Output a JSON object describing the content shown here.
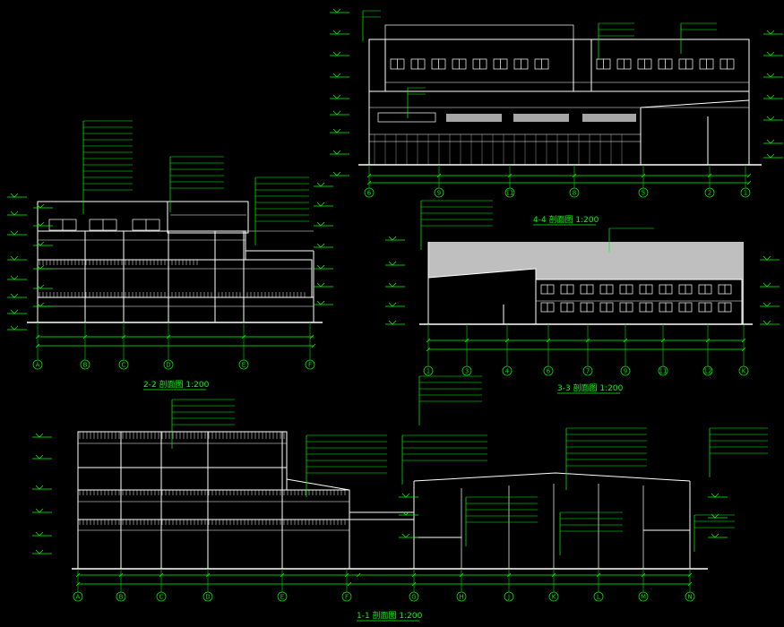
{
  "colors": {
    "background": "#000000",
    "lines": "#ffffff",
    "dims": "#00ff00",
    "axis": "#00e000",
    "fill_grey": "#bfbfbf",
    "labels": "#ffffff"
  },
  "section_titles": {
    "s22": "2-2 剖面图 1:200",
    "s33": "3-3 剖面图 1:200",
    "s44": "4-4 剖面图 1:200",
    "s11": "1-1 剖面图 1:200"
  },
  "axes": {
    "s22": [
      "A",
      "B",
      "C",
      "D",
      "E",
      "F"
    ],
    "s33": [
      "1",
      "3",
      "4",
      "6",
      "7",
      "9",
      "11",
      "12",
      "K"
    ],
    "s44": [
      "6",
      "9",
      "11",
      "8",
      "5",
      "2",
      "1"
    ],
    "s11": [
      "A",
      "B",
      "C",
      "D",
      "E",
      "F",
      "G",
      "H",
      "J",
      "K",
      "L",
      "M",
      "N"
    ]
  }
}
